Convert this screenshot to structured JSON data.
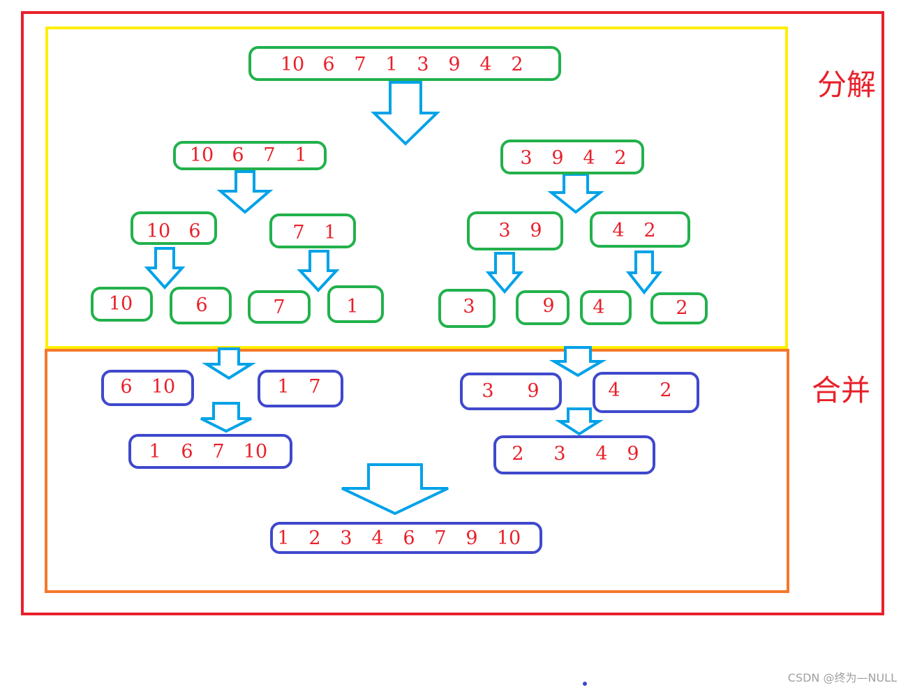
{
  "labels": {
    "split": "分解",
    "merge": "合并"
  },
  "watermark": "CSDN @终为—NULL",
  "split_boxes": [
    {
      "id": "root",
      "values": [
        "10",
        "6",
        "7",
        "1",
        "3",
        "9",
        "4",
        "2"
      ]
    },
    {
      "id": "l1-left",
      "values": [
        "10",
        "6",
        "7",
        "1"
      ]
    },
    {
      "id": "l1-right",
      "values": [
        "3",
        "9",
        "4",
        "2"
      ]
    },
    {
      "id": "l2-a",
      "values": [
        "10",
        "6"
      ]
    },
    {
      "id": "l2-b",
      "values": [
        "7",
        "1"
      ]
    },
    {
      "id": "l2-c",
      "values": [
        "3",
        "9"
      ]
    },
    {
      "id": "l2-d",
      "values": [
        "4",
        "2"
      ]
    },
    {
      "id": "l3-a",
      "values": [
        "10"
      ]
    },
    {
      "id": "l3-b",
      "values": [
        "6"
      ]
    },
    {
      "id": "l3-c",
      "values": [
        "7"
      ]
    },
    {
      "id": "l3-d",
      "values": [
        "1"
      ]
    },
    {
      "id": "l3-e",
      "values": [
        "3"
      ]
    },
    {
      "id": "l3-f",
      "values": [
        "9"
      ]
    },
    {
      "id": "l3-g",
      "values": [
        "4"
      ]
    },
    {
      "id": "l3-h",
      "values": [
        "2"
      ]
    }
  ],
  "merge_boxes": [
    {
      "id": "m1-a",
      "values": [
        "6",
        "10"
      ]
    },
    {
      "id": "m1-b",
      "values": [
        "1",
        "7"
      ]
    },
    {
      "id": "m1-c",
      "values": [
        "3",
        "9"
      ]
    },
    {
      "id": "m1-d",
      "values": [
        "4",
        "2"
      ]
    },
    {
      "id": "m2-left",
      "values": [
        "1",
        "6",
        "7",
        "10"
      ]
    },
    {
      "id": "m2-right",
      "values": [
        "2",
        "3",
        "4",
        "9"
      ]
    },
    {
      "id": "result",
      "values": [
        "1",
        "2",
        "3",
        "4",
        "6",
        "7",
        "9",
        "10"
      ]
    }
  ],
  "colors": {
    "outer_frame": "#e8202a",
    "split_frame": "#ffee00",
    "merge_frame": "#f5782a",
    "split_box": "#22b14c",
    "merge_box": "#3f48cc",
    "arrow": "#00a2e8",
    "numbers": "#e8202a"
  }
}
